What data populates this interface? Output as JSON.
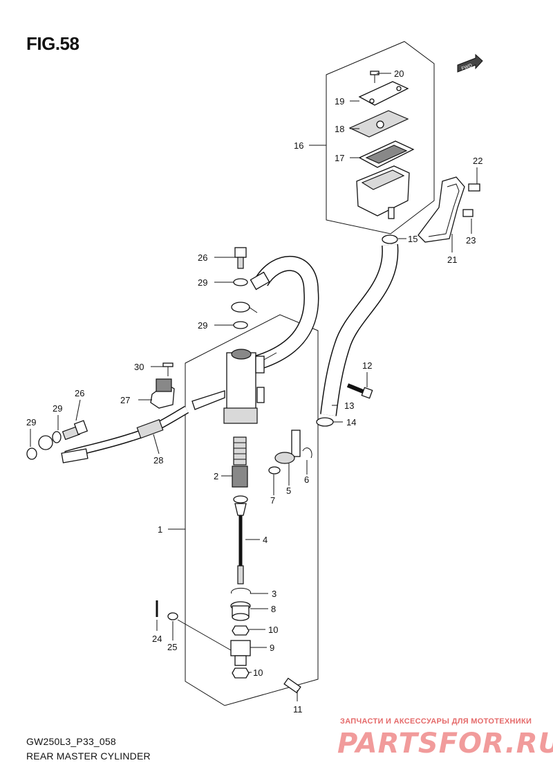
{
  "figure": {
    "title": "FIG.58",
    "model_code": "GW250L3_P33_058",
    "caption": "REAR MASTER CYLINDER",
    "fwd_label": "FWD"
  },
  "watermark": {
    "line1": "ЗАПЧАСТИ И АКСЕССУАРЫ ДЛЯ МОТОТЕХНИКИ",
    "line2": "PARTSFOR.RU"
  },
  "callouts": [
    {
      "id": "p1",
      "label": "1"
    },
    {
      "id": "p2",
      "label": "2"
    },
    {
      "id": "p3",
      "label": "3"
    },
    {
      "id": "p4",
      "label": "4"
    },
    {
      "id": "p5",
      "label": "5"
    },
    {
      "id": "p6",
      "label": "6"
    },
    {
      "id": "p7",
      "label": "7"
    },
    {
      "id": "p8",
      "label": "8"
    },
    {
      "id": "p9",
      "label": "9"
    },
    {
      "id": "p10a",
      "label": "10"
    },
    {
      "id": "p10b",
      "label": "10"
    },
    {
      "id": "p11",
      "label": "11"
    },
    {
      "id": "p12",
      "label": "12"
    },
    {
      "id": "p13",
      "label": "13"
    },
    {
      "id": "p14",
      "label": "14"
    },
    {
      "id": "p15",
      "label": "15"
    },
    {
      "id": "p16",
      "label": "16"
    },
    {
      "id": "p17",
      "label": "17"
    },
    {
      "id": "p18",
      "label": "18"
    },
    {
      "id": "p19",
      "label": "19"
    },
    {
      "id": "p20",
      "label": "20"
    },
    {
      "id": "p21",
      "label": "21"
    },
    {
      "id": "p22",
      "label": "22"
    },
    {
      "id": "p23",
      "label": "23"
    },
    {
      "id": "p24",
      "label": "24"
    },
    {
      "id": "p25",
      "label": "25"
    },
    {
      "id": "p26a",
      "label": "26"
    },
    {
      "id": "p26b",
      "label": "26"
    },
    {
      "id": "p27",
      "label": "27"
    },
    {
      "id": "p28",
      "label": "28"
    },
    {
      "id": "p29a",
      "label": "29"
    },
    {
      "id": "p29b",
      "label": "29"
    },
    {
      "id": "p29c",
      "label": "29"
    },
    {
      "id": "p29d",
      "label": "29"
    },
    {
      "id": "p30",
      "label": "30"
    }
  ]
}
